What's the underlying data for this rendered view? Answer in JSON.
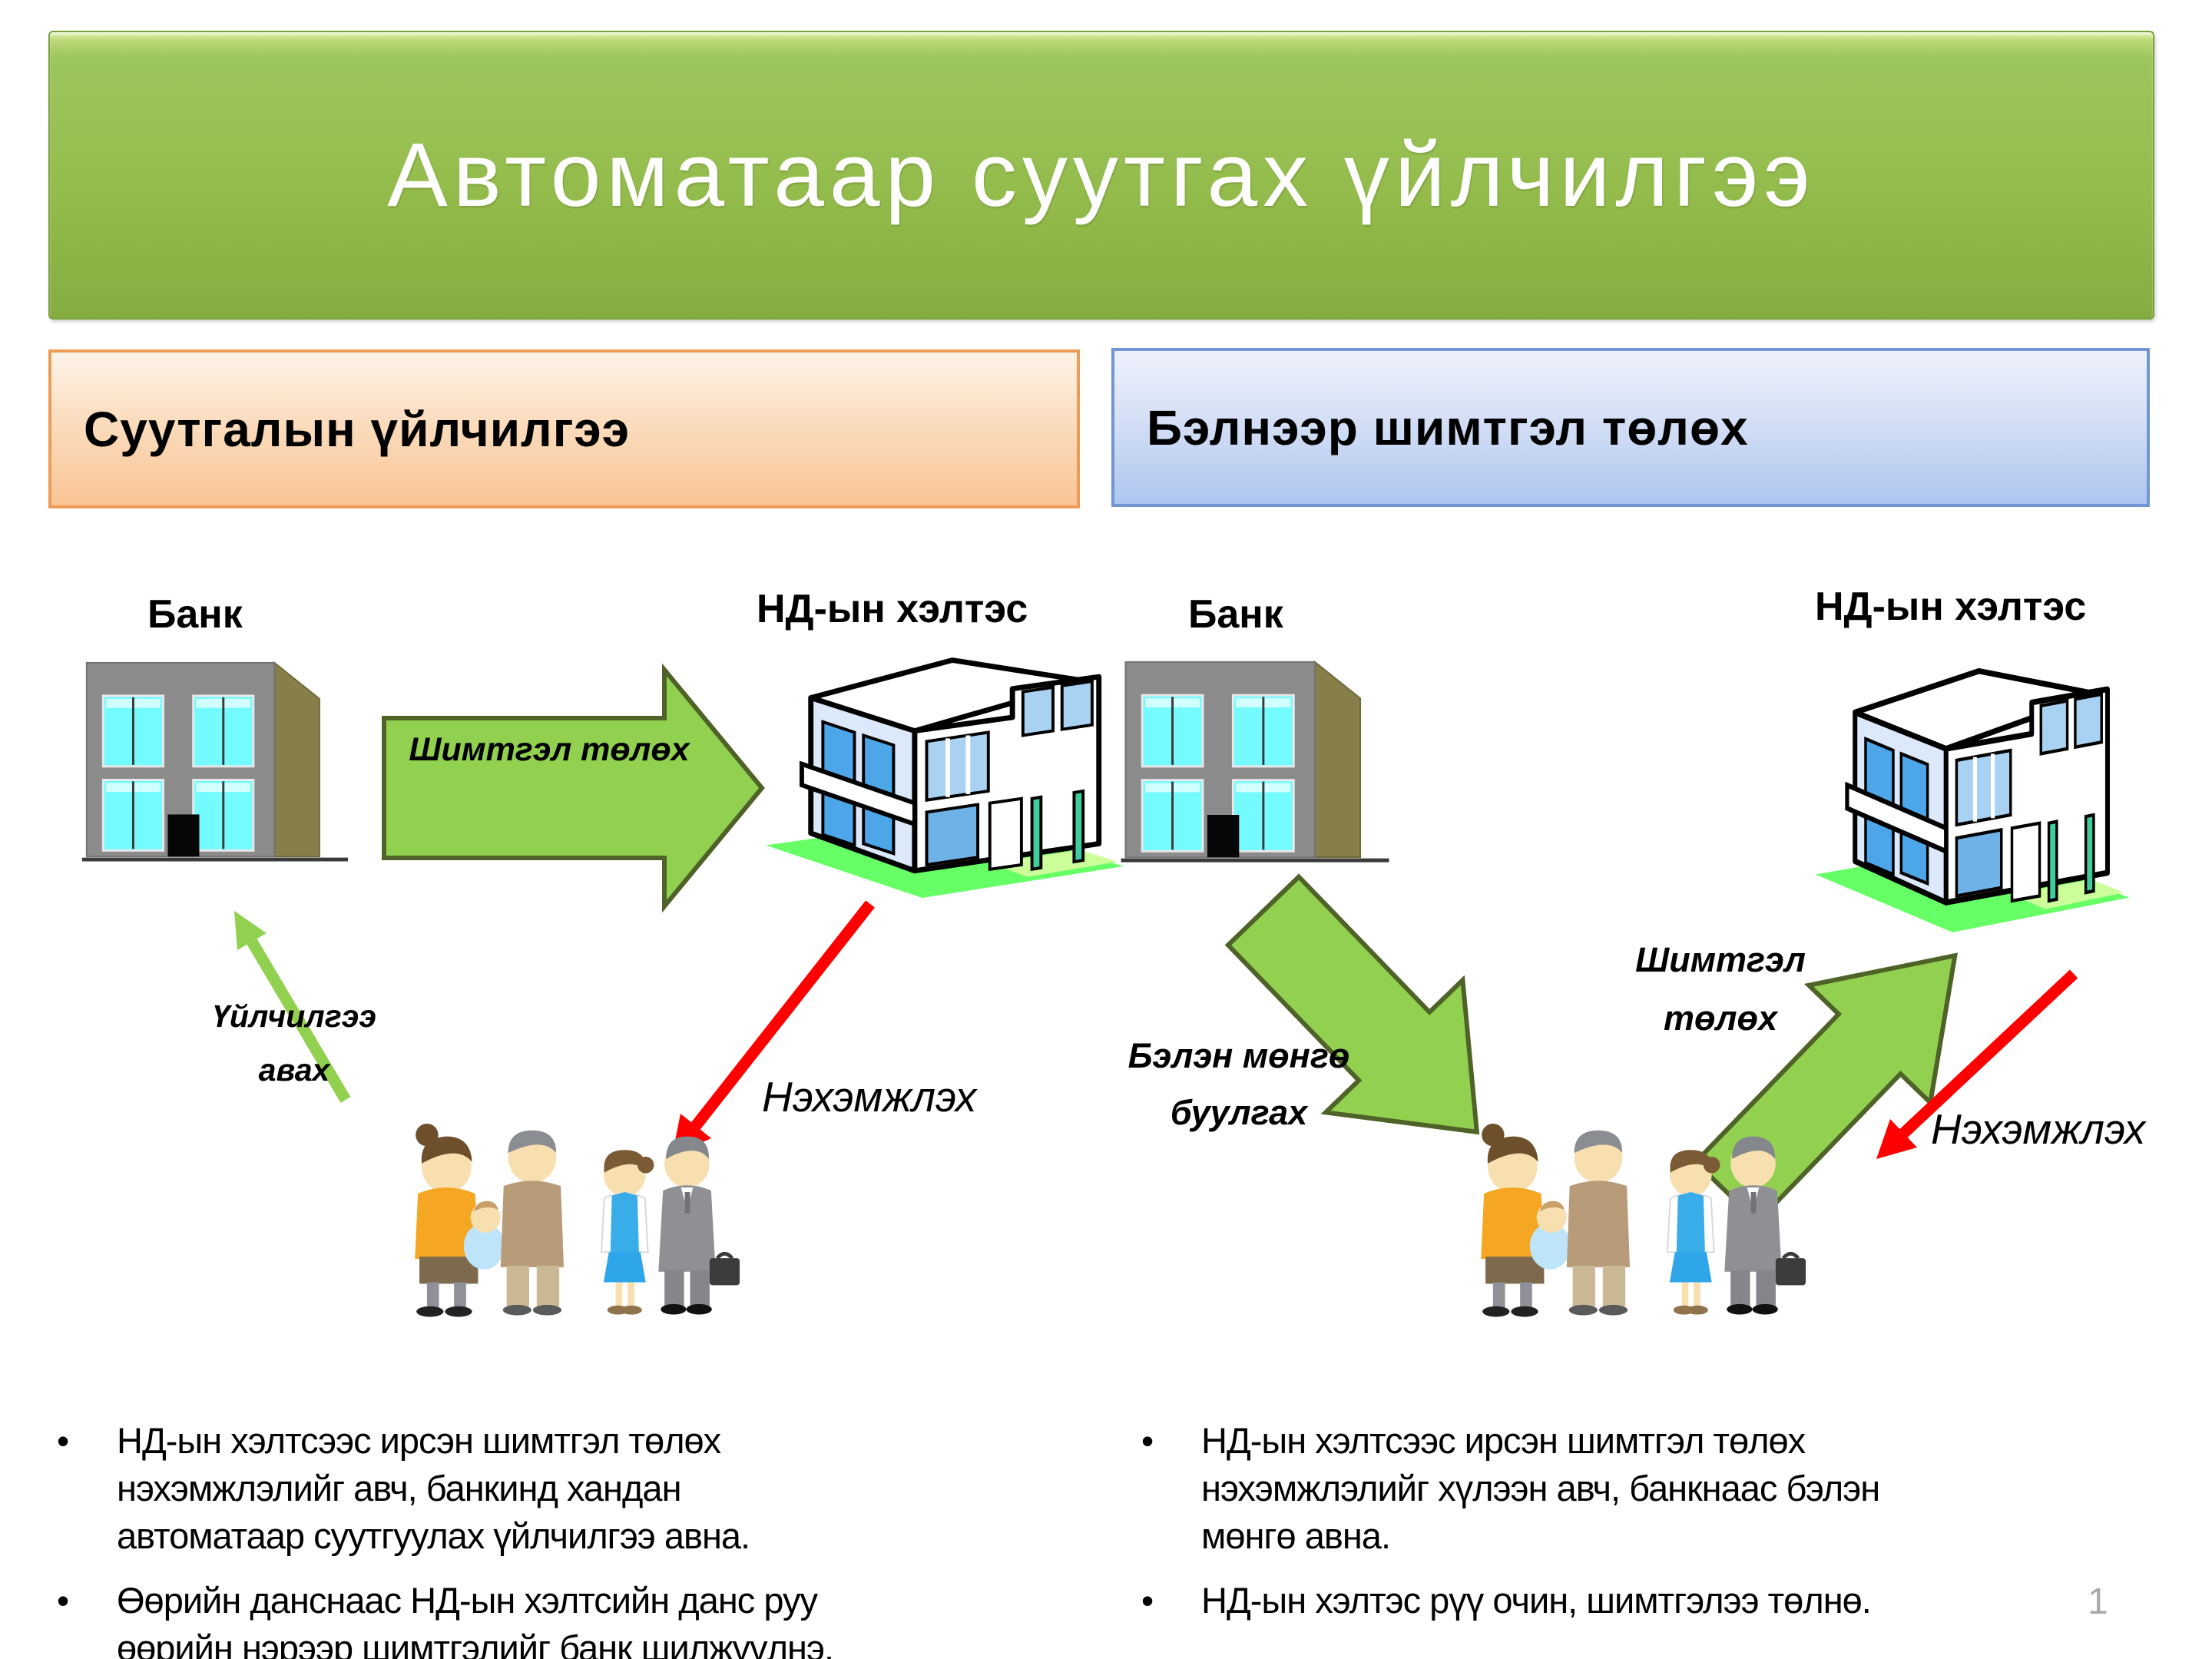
{
  "slide": {
    "title": "Автоматаар суутгах үйлчилгээ",
    "page_number": "1"
  },
  "left_section": {
    "header": "Суутгалын үйлчилгээ",
    "bank_label": "Банк",
    "nd_label": "НД-ын хэлтэс",
    "pay_arrow_label": "Шимтгэл төлөх",
    "service_arrow_label_line1": "Үйлчилгээ",
    "service_arrow_label_line2": "авах",
    "claim_arrow_label": "Нэхэмжлэх",
    "bullets": [
      "НД-ын хэлтсээс ирсэн шимтгэл төлөх нэхэмжлэлийг авч, банкинд хандан автоматаар суутгуулах үйлчилгээ авна.",
      "Өөрийн данснаас НД-ын хэлтсийн данс руу өөрийн нэрээр шимтгэлийг банк шилжүүлнэ."
    ]
  },
  "right_section": {
    "header": "Бэлнээр шимтгэл төлөх",
    "bank_label": "Банк",
    "nd_label": "НД-ын хэлтэс",
    "cash_arrow_label_line1": "Бэлэн мөнгө",
    "cash_arrow_label_line2": "буулгах",
    "pay_arrow_label_line1": "Шимтгэл",
    "pay_arrow_label_line2": "төлөх",
    "claim_arrow_label": "Нэхэмжлэх",
    "bullets": [
      "НД-ын хэлтсээс ирсэн шимтгэл төлөх нэхэмжлэлийг хүлээн авч, банкнаас бэлэн мөнгө авна.",
      "НД-ын хэлтэс рүү очин, шимтгэлээ төлнө."
    ]
  },
  "colors": {
    "banner_green": "#94bc4c",
    "arrow_green": "#92d050",
    "arrow_green_border": "#4f6228",
    "arrow_red": "#ff0000",
    "header_orange_border": "#ed9c57",
    "header_orange_fill": "#f9c496",
    "header_blue_border": "#7296d3",
    "header_blue_fill": "#aec6ef",
    "bank_gray": "#8b8b8b",
    "bank_side_olive": "#867f4a",
    "bank_window_cyan": "#74fbff",
    "nd_lawn_green": "#66ff66",
    "nd_window_blue": "#4da6e8"
  }
}
